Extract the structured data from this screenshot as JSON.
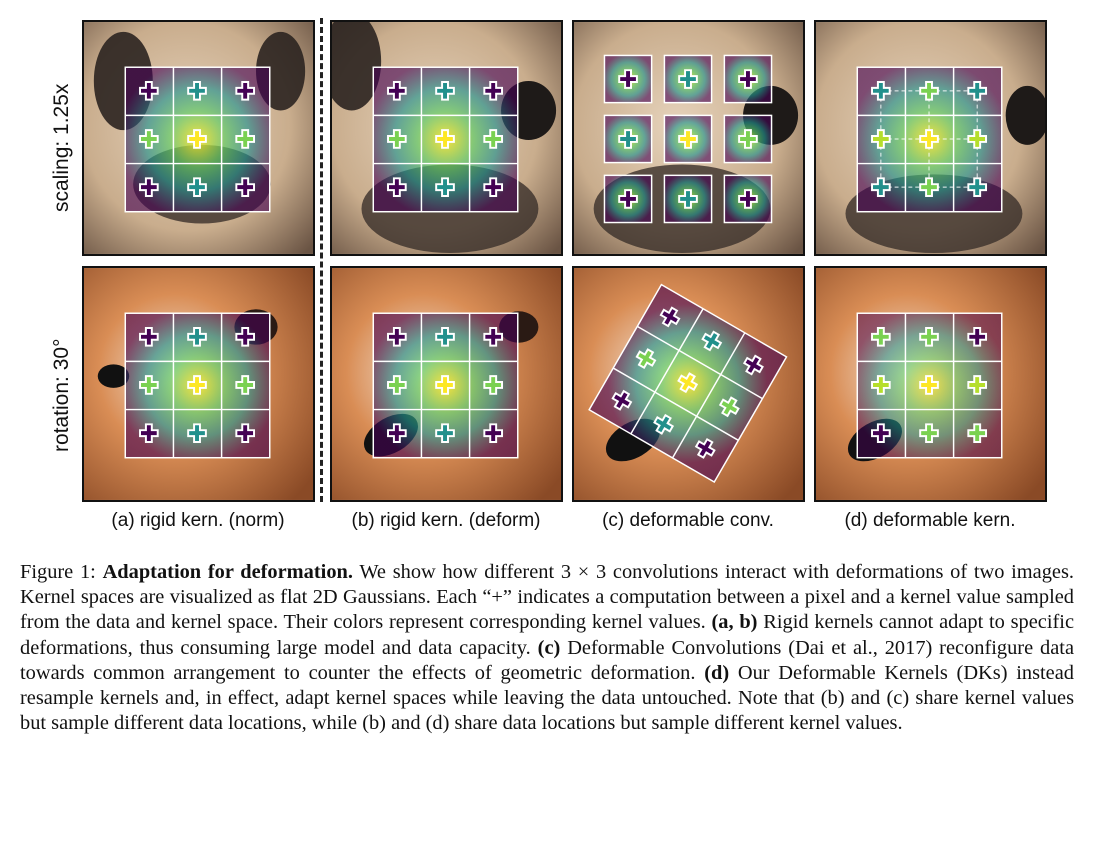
{
  "figure": {
    "row_labels": [
      "scaling: 1.25x",
      "rotation: 30°"
    ],
    "column_labels": [
      "(a) rigid kern. (norm)",
      "(b) rigid kern. (deform)",
      "(c) deformable conv.",
      "(d) deformable kern."
    ],
    "colors": {
      "kernel_low": "#440154",
      "kernel_mid": "#21908c",
      "kernel_high": "#fde725",
      "pug_fur": "#d9c2a6",
      "shiba_fur": "#c8703a"
    }
  },
  "caption": {
    "label": "Figure 1:",
    "title": "Adaptation for deformation.",
    "part1": "We show how different 3 × 3 convolutions interact with deformations of two images. Kernel spaces are visualized as flat 2D Gaussians. Each “+” indicates a computation between a pixel and a kernel value sampled from the data and kernel space. Their colors represent corresponding kernel values.",
    "bold_ab": "(a, b)",
    "part2": "Rigid kernels cannot adapt to specific deformations, thus consuming large model and data capacity.",
    "bold_c": "(c)",
    "part3": "Deformable Convolutions (Dai et al., 2017) reconfigure data towards common arrangement to counter the effects of geometric deformation.",
    "bold_d": "(d)",
    "part4": "Our Deformable Kernels (DKs) instead resample kernels and, in effect, adapt kernel spaces while leaving the data untouched. Note that (b) and (c) share kernel values but sample different data locations, while (b) and (d) share data locations but sample different kernel values."
  }
}
